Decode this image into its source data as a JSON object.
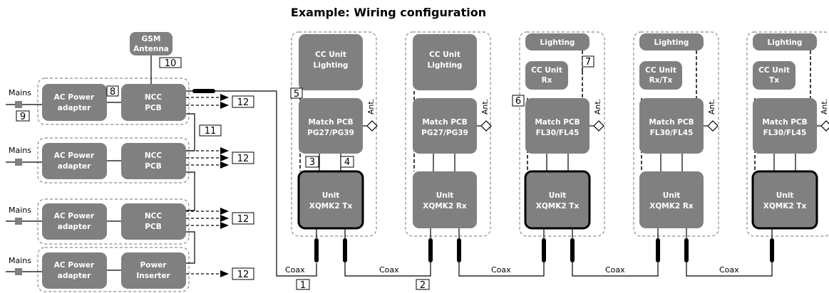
{
  "title": "Example: Wiring configuration",
  "colors": {
    "block": "#808080",
    "line": "#000000",
    "frame": "#8c8c8c",
    "background": "#ffffff"
  },
  "labels": {
    "mains": "Mains",
    "ac_adapter_l1": "AC Power",
    "ac_adapter_l2": "adapter",
    "ncc_l1": "NCC",
    "ncc_l2": "PCB",
    "power_inserter_l1": "Power",
    "power_inserter_l2": "Inserter",
    "gsm_l1": "GSM",
    "gsm_l2": "Antenna",
    "ant": "Ant.",
    "coax": "Coax",
    "lighting": "Lighting",
    "cc_unit": "CC Unit",
    "cc_lighting": "Lighting",
    "cc_rx": "Rx",
    "cc_rxtx": "Rx/Tx",
    "cc_tx": "Tx",
    "match_pcb": "Match PCB",
    "pg_models": "PG27/PG39",
    "fl_models": "FL30/FL45",
    "unit": "Unit",
    "xqmk2_tx": "XQMK2 Tx",
    "xqmk2_rx": "XQMK2 Rx"
  },
  "numbers": {
    "n1": "1",
    "n2": "2",
    "n3": "3",
    "n4": "4",
    "n5": "5",
    "n6": "6",
    "n7": "7",
    "n8": "8",
    "n9": "9",
    "n10": "10",
    "n11": "11",
    "n12": "12"
  }
}
